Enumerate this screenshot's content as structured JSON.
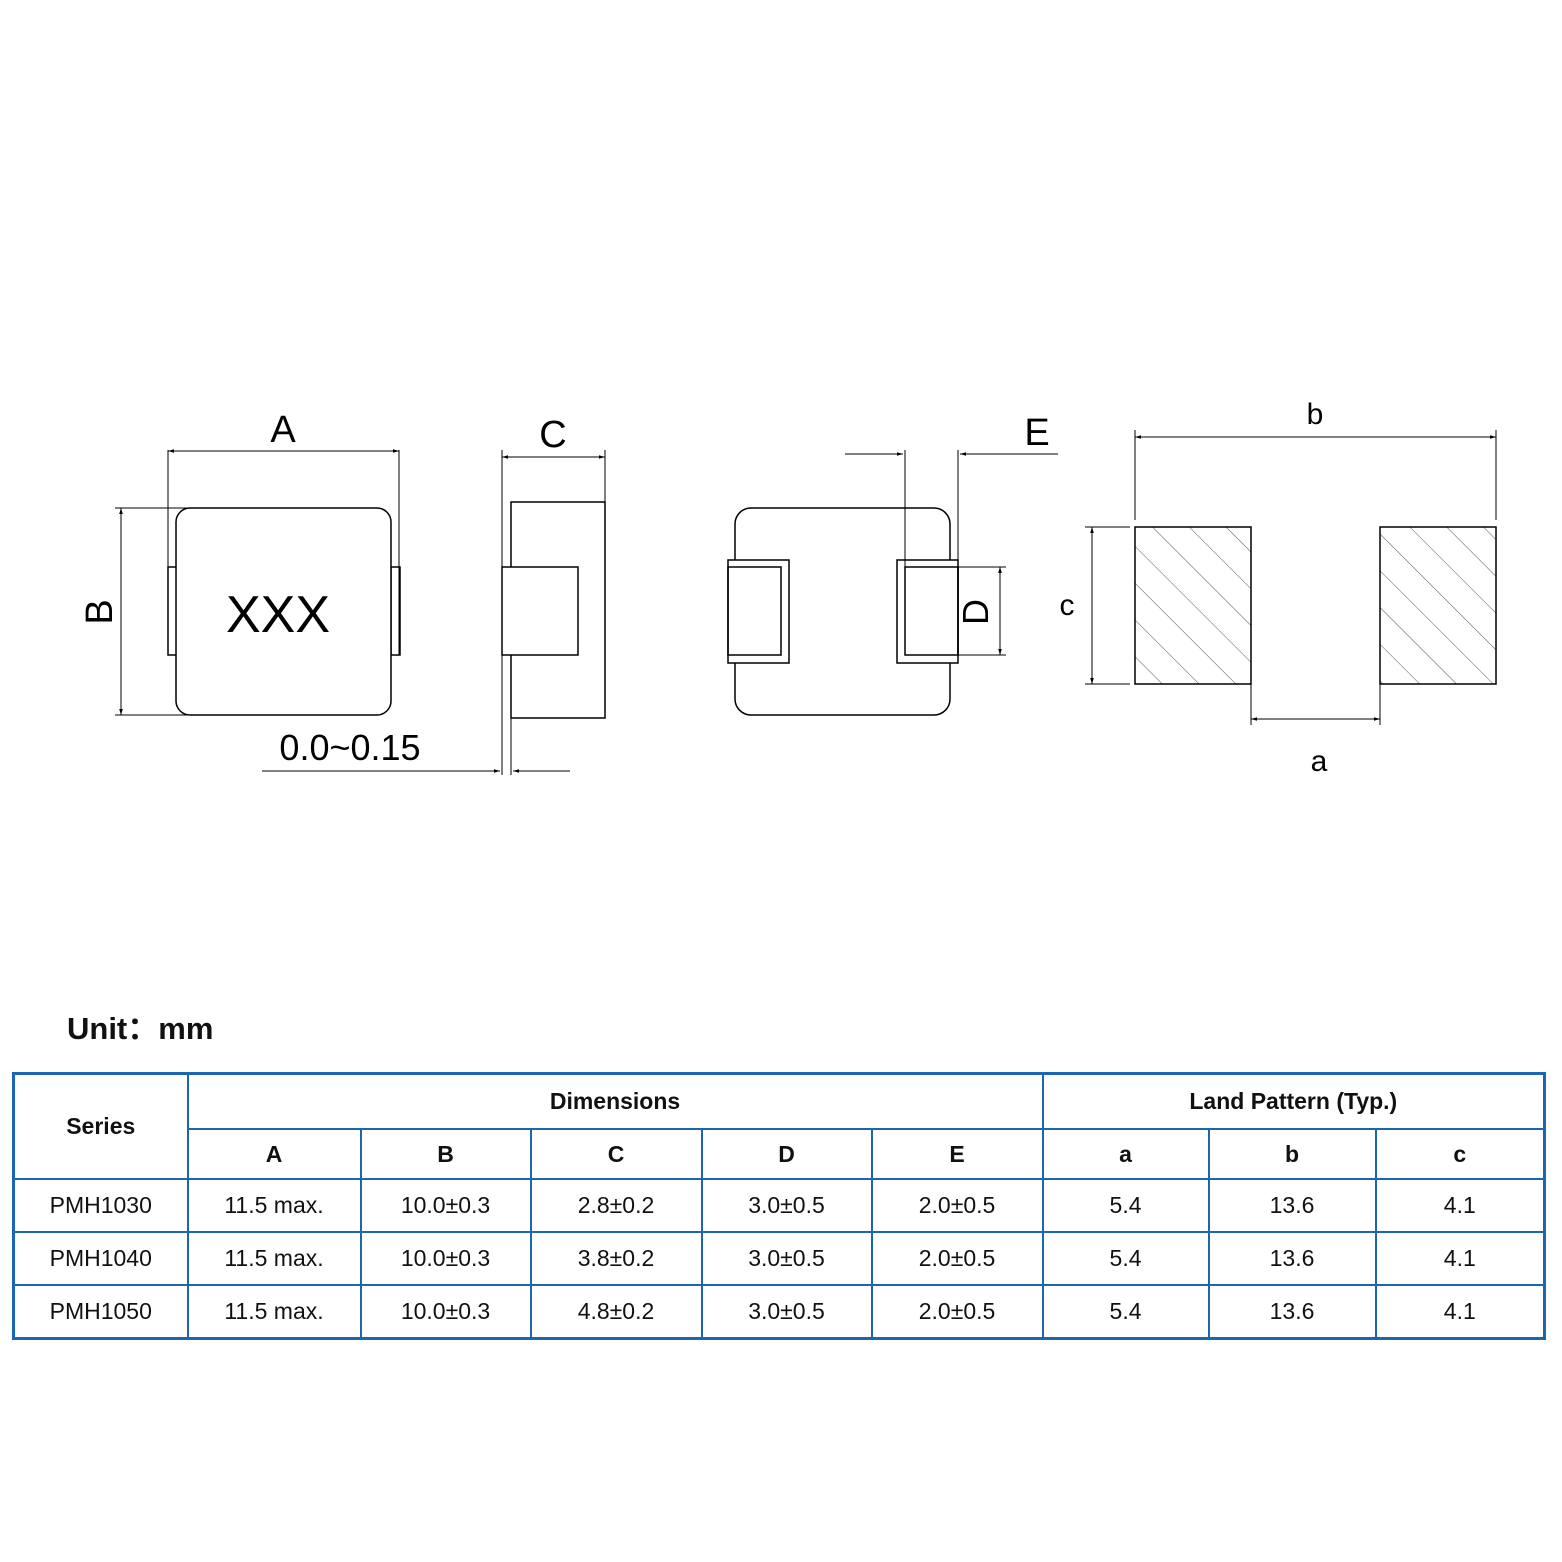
{
  "drawing": {
    "marking": "XXX",
    "labels": {
      "A": "A",
      "B": "B",
      "C": "C",
      "D": "D",
      "E": "E",
      "a": "a",
      "b": "b",
      "c": "c"
    },
    "gap_label": "0.0~0.15"
  },
  "unit_label": "Unit：mm",
  "table": {
    "series_header": "Series",
    "dimensions_header": "Dimensions",
    "land_pattern_header": "Land Pattern (Typ.)",
    "columns": [
      "A",
      "B",
      "C",
      "D",
      "E",
      "a",
      "b",
      "c"
    ],
    "rows": [
      {
        "series": "PMH1030",
        "values": [
          "11.5 max.",
          "10.0±0.3",
          "2.8±0.2",
          "3.0±0.5",
          "2.0±0.5",
          "5.4",
          "13.6",
          "4.1"
        ]
      },
      {
        "series": "PMH1040",
        "values": [
          "11.5 max.",
          "10.0±0.3",
          "3.8±0.2",
          "3.0±0.5",
          "2.0±0.5",
          "5.4",
          "13.6",
          "4.1"
        ]
      },
      {
        "series": "PMH1050",
        "values": [
          "11.5 max.",
          "10.0±0.3",
          "4.8±0.2",
          "3.0±0.5",
          "2.0±0.5",
          "5.4",
          "13.6",
          "4.1"
        ]
      }
    ]
  },
  "colors": {
    "table_border": "#1a66b0"
  }
}
